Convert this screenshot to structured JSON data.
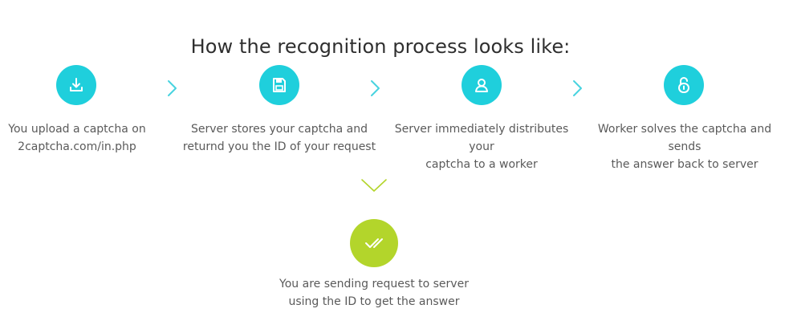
{
  "title": "How the recognition process looks like:",
  "steps": [
    {
      "icon": "download-icon",
      "line1": "You upload a captcha on",
      "line2": "2captcha.com/in.php"
    },
    {
      "icon": "save-icon",
      "line1": "Server stores your captcha and",
      "line2": "returnd you the ID of your request"
    },
    {
      "icon": "user-icon",
      "line1": "Server immediately distributes your",
      "line2": "captcha to a worker"
    },
    {
      "icon": "unlock-icon",
      "line1": "Worker solves the captcha and sends",
      "line2": "the answer back to server"
    }
  ],
  "final_step": {
    "icon": "double-check-icon",
    "line1": "You are sending request to server",
    "line2": "using the ID to get the answer"
  },
  "colors": {
    "accent": "#1fcfdc",
    "success": "#b3d52b",
    "chevron": "#48d3df"
  }
}
